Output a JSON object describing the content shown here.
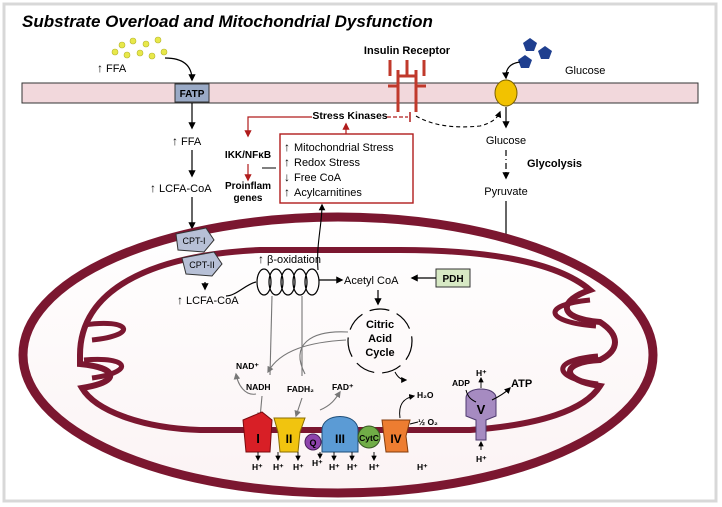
{
  "title": "Substrate Overload and Mitochondrial Dysfunction",
  "colors": {
    "title": "#5a1428",
    "membrane": "#f2d8dc",
    "mito": "#7b1730",
    "arrow_up": "#b01c1c",
    "arrow_down": "#1a2a8a",
    "insulin_receptor": "#c0392b",
    "pdh": "#d7e9c4",
    "glucose_pentagon": "#1f3f8f",
    "ffa_dot": "#e8e84a",
    "complex_I": "#d81f26",
    "complex_II": "#f1c40f",
    "q": "#8e44ad",
    "complex_III": "#5b9bd5",
    "cytc": "#70ad47",
    "complex_IV": "#ed7d31",
    "complex_V": "#a68bc1"
  },
  "labels": {
    "ffa_top": "FFA",
    "fatp": "FATP",
    "ffa_mid": "FFA",
    "lcfa_coa": "LCFA-CoA",
    "lcfa_coa_inner": "LCFA-CoA",
    "cpt1": "CPT-I",
    "cpt2": "CPT-II",
    "insulin_receptor": "Insulin Receptor",
    "glucose_top": "Glucose",
    "glucose_mid": "Glucose",
    "glycolysis": "Glycolysis",
    "pyruvate": "Pyruvate",
    "pdh": "PDH",
    "stress_kinases": "Stress Kinases",
    "ikk": "IKK/NFκB",
    "proinflam": "Proinflam",
    "genes": "genes",
    "beta_ox": "β-oxidation",
    "acetyl_coa": "Acetyl CoA",
    "tca1": "Citric",
    "tca2": "Acid",
    "tca3": "Cycle",
    "nad": "NAD⁺",
    "nadh": "NADH",
    "fadh2": "FADH₂",
    "fad": "FAD⁺",
    "h2o": "H₂O",
    "o2": "½ O₂",
    "adp": "ADP",
    "atp": "ATP",
    "hplus": "H⁺",
    "complex_I": "I",
    "complex_II": "II",
    "q": "Q",
    "complex_III": "III",
    "cytc": "CytC",
    "complex_IV": "IV",
    "complex_V": "V"
  },
  "stress_box": [
    {
      "text": "Mitochondrial Stress",
      "direction": "up"
    },
    {
      "text": "Redox Stress",
      "direction": "up"
    },
    {
      "text": "Free CoA",
      "direction": "down"
    },
    {
      "text": "Acylcarnitines",
      "direction": "up"
    }
  ]
}
